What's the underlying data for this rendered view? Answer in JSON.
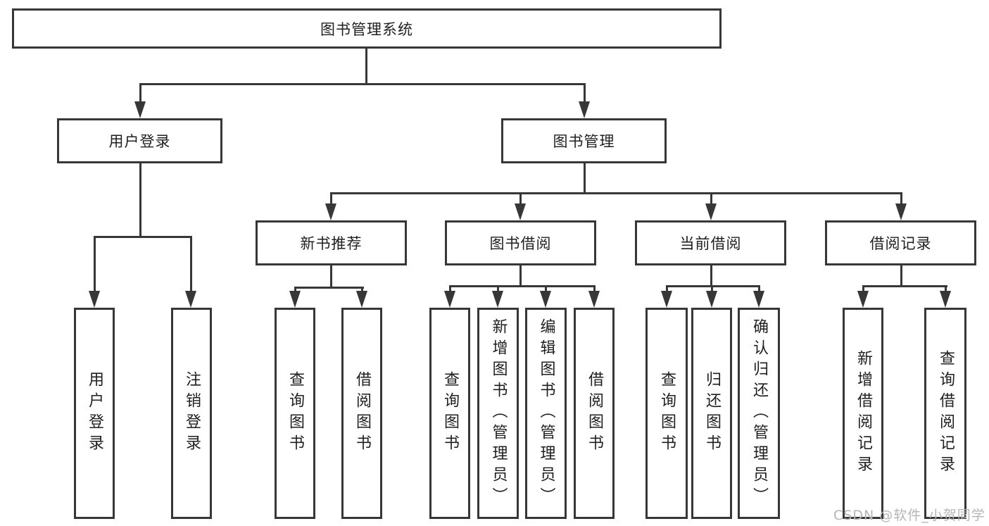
{
  "nodes": {
    "root": "图书管理系统",
    "user_login": "用户登录",
    "book_management": "图书管理",
    "new_book_recommend": "新书推荐",
    "book_borrowing": "图书借阅",
    "current_borrowing": "当前借阅",
    "borrowing_records": "借阅记录",
    "user_login_leaf": "用户登录",
    "logout_leaf": "注销登录",
    "nbr_query_books": "查询图书",
    "nbr_borrow_books": "借阅图书",
    "bb_query_books": "查询图书",
    "bb_add_books_admin": "新增图书（管理员）",
    "bb_edit_books_admin": "编辑图书（管理员）",
    "bb_borrow_books": "借阅图书",
    "cb_query_books": "查询图书",
    "cb_return_books": "归还图书",
    "cb_confirm_return_admin": "确认归还（管理员）",
    "br_add_record": "新增借阅记录",
    "br_query_record": "查询借阅记录"
  },
  "hierarchy": {
    "root": [
      "user_login",
      "book_management"
    ],
    "user_login": [
      "user_login_leaf",
      "logout_leaf"
    ],
    "book_management": [
      "new_book_recommend",
      "book_borrowing",
      "current_borrowing",
      "borrowing_records"
    ],
    "new_book_recommend": [
      "nbr_query_books",
      "nbr_borrow_books"
    ],
    "book_borrowing": [
      "bb_query_books",
      "bb_add_books_admin",
      "bb_edit_books_admin",
      "bb_borrow_books"
    ],
    "current_borrowing": [
      "cb_query_books",
      "cb_return_books",
      "cb_confirm_return_admin"
    ],
    "borrowing_records": [
      "br_add_record",
      "br_query_record"
    ]
  },
  "watermark": "CSDN @软件_小贺同学",
  "colors": {
    "line": "#373737",
    "text": "#1f1f1f",
    "watermark": "#b5b5b5",
    "background": "#ffffff"
  }
}
